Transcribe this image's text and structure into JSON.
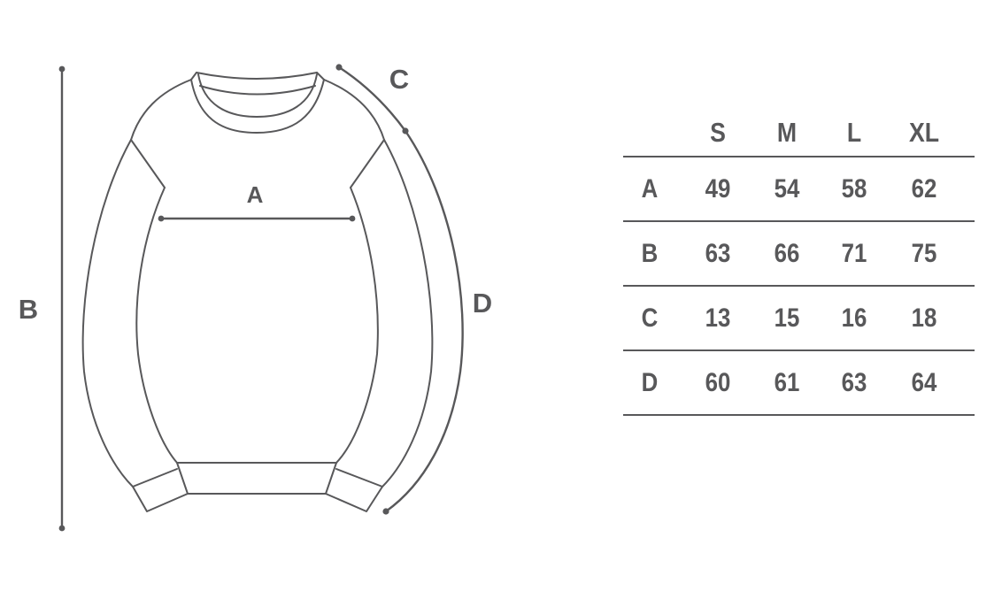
{
  "diagram": {
    "labels": {
      "a": "A",
      "b": "B",
      "c": "C",
      "d": "D"
    }
  },
  "size_table": {
    "headers": [
      "",
      "S",
      "M",
      "L",
      "XL"
    ],
    "rows": [
      {
        "label": "A",
        "values": [
          "49",
          "54",
          "58",
          "62"
        ]
      },
      {
        "label": "B",
        "values": [
          "63",
          "66",
          "71",
          "75"
        ]
      },
      {
        "label": "C",
        "values": [
          "13",
          "15",
          "16",
          "18"
        ]
      },
      {
        "label": "D",
        "values": [
          "60",
          "61",
          "63",
          "64"
        ]
      }
    ]
  }
}
